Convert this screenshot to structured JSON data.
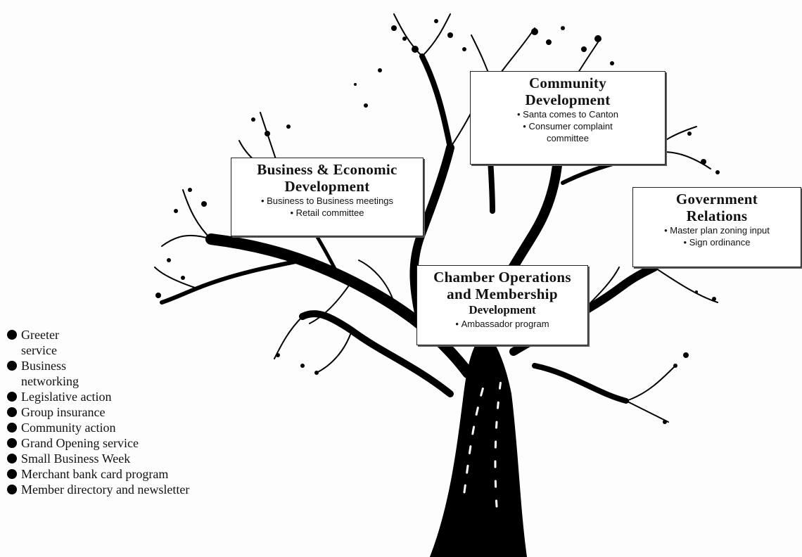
{
  "boxes": {
    "community": {
      "title_line1": "Community",
      "title_line2": "Development",
      "items": [
        "Santa comes to Canton",
        "Consumer complaint",
        "committee"
      ]
    },
    "business": {
      "title_line1": "Business & Economic",
      "title_line2": "Development",
      "items": [
        "Business to Business meetings",
        "Retail committee"
      ]
    },
    "government": {
      "title_line1": "Government",
      "title_line2": "Relations",
      "items": [
        "Master plan zoning input",
        "Sign ordinance"
      ]
    },
    "chamber": {
      "title_line1": "Chamber Operations",
      "title_line2": "and Membership",
      "title_line3": "Development",
      "items": [
        "Ambassador program"
      ]
    }
  },
  "services": [
    "Greeter\nservice",
    "Business\nnetworking",
    "Legislative action",
    "Group insurance",
    "Community action",
    "Grand Opening service",
    "Small Business Week",
    "Merchant bank card program",
    "Member directory and newsletter"
  ]
}
